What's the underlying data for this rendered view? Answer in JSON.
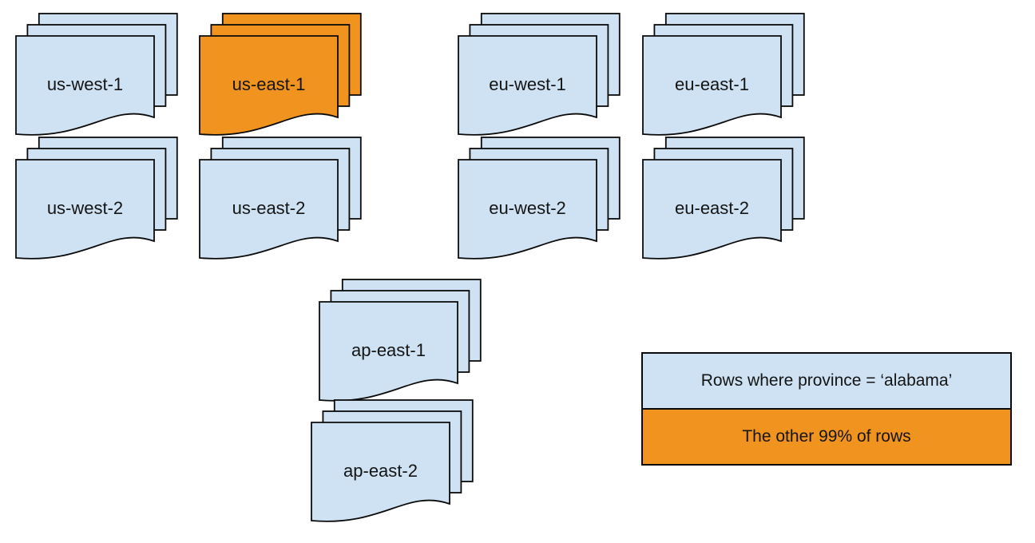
{
  "diagram": {
    "description_colors": {
      "region_fill": "#cfe2f3",
      "highlight_fill": "#f0941f",
      "stroke": "#0a0a0a",
      "text": "#141414",
      "background": "#ffffff"
    },
    "stacks": [
      {
        "label": "us-west-1",
        "highlighted": false
      },
      {
        "label": "us-east-1",
        "highlighted": true
      },
      {
        "label": "eu-west-1",
        "highlighted": false
      },
      {
        "label": "eu-east-1",
        "highlighted": false
      },
      {
        "label": "us-west-2",
        "highlighted": false
      },
      {
        "label": "us-east-2",
        "highlighted": false
      },
      {
        "label": "eu-west-2",
        "highlighted": false
      },
      {
        "label": "eu-east-2",
        "highlighted": false
      },
      {
        "label": "ap-east-1",
        "highlighted": false
      },
      {
        "label": "ap-east-2",
        "highlighted": false
      }
    ],
    "legend": {
      "items": [
        {
          "label": "Rows where province = ‘alabama’",
          "color": "#cfe2f3"
        },
        {
          "label": "The other 99% of rows",
          "color": "#f0941f"
        }
      ]
    }
  }
}
